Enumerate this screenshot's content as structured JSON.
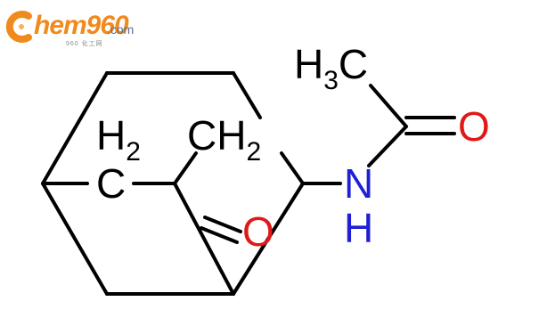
{
  "logo": {
    "brand": "hem960",
    "domain": ".com",
    "subtitle": "960 化工网",
    "colors": {
      "brand": "#f08a1c",
      "domain": "#5a6f8e"
    }
  },
  "molecule": {
    "atoms": {
      "h3c_label": {
        "main": "H",
        "sub": "3",
        "tail": "C"
      },
      "h2c_left": {
        "main": "H",
        "sub": "2"
      },
      "c_left": "C",
      "ch2_mid": {
        "main": "CH",
        "sub": "2"
      },
      "carbonyl_o_ring": "O",
      "carbonyl_o_acetyl": "O",
      "amide_n": "N",
      "amide_h": "H"
    },
    "colors": {
      "bond": "#000000",
      "nitrogen": "#1f1fd6",
      "oxygen": "#e01818"
    }
  }
}
